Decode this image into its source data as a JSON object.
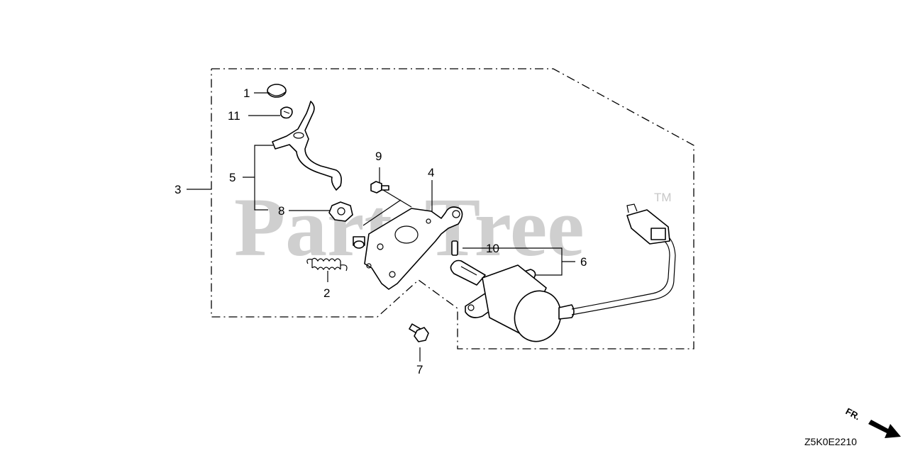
{
  "watermark": {
    "text": "PartsTree",
    "tm": "TM"
  },
  "callouts": {
    "c1": "1",
    "c2": "2",
    "c3": "3",
    "c4": "4",
    "c5": "5",
    "c6": "6",
    "c7": "7",
    "c8": "8",
    "c9": "9",
    "c10": "10",
    "c11": "11"
  },
  "direction": {
    "label": "FR."
  },
  "diagram_code": "Z5K0E2210",
  "icons": {
    "direction_arrow": "arrow-icon"
  },
  "colors": {
    "line": "#000000",
    "watermark": "#c7c7c7",
    "background": "#ffffff"
  }
}
